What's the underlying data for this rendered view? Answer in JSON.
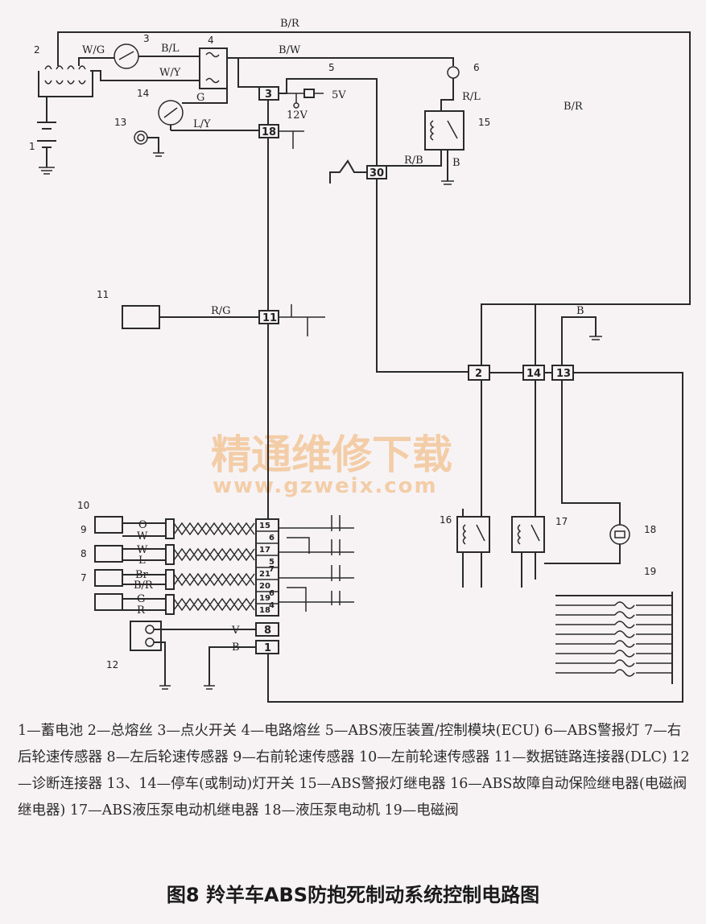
{
  "watermark": {
    "cn": "精通维修下载",
    "url": "www.gzweix.com"
  },
  "wires": {
    "br_top": "B/R",
    "br_right": "B/R",
    "wg": "W/G",
    "bl": "B/L",
    "bw": "B/W",
    "wy": "W/Y",
    "g": "G",
    "ly": "L/Y",
    "rl": "R/L",
    "rb": "R/B",
    "b15": "B",
    "rg": "R/G",
    "b_gnd": "B",
    "v12": "V",
    "b12": "B",
    "sensor": [
      "O",
      "W",
      "W",
      "L",
      "Br",
      "B/R",
      "G",
      "R"
    ]
  },
  "voltages": {
    "v5": "5V",
    "v12": "12V"
  },
  "callouts": [
    "1",
    "2",
    "3",
    "4",
    "5",
    "6",
    "10",
    "9",
    "8",
    "7",
    "11",
    "12",
    "13",
    "14",
    "15",
    "16",
    "17",
    "18",
    "19"
  ],
  "pins": {
    "p3": "3",
    "p18": "18",
    "p30": "30",
    "p11": "11",
    "p2": "2",
    "p14": "14",
    "p13": "13",
    "s15": "15",
    "s6": "6",
    "s17": "17",
    "s5": "5",
    "s21": "21",
    "s20": "20",
    "s19": "19",
    "s18": "18",
    "s7": "7",
    "s6b": "6",
    "s4": "4",
    "p8": "8",
    "p1": "1"
  },
  "legend": "1—蓄电池  2—总熔丝  3—点火开关  4—电路熔丝  5—ABS液压装置/控制模块(ECU)  6—ABS警报灯  7—右后轮速传感器  8—左后轮速传感器  9—右前轮速传感器  10—左前轮速传感器  11—数据链路连接器(DLC)  12—诊断连接器  13、14—停车(或制动)灯开关  15—ABS警报灯继电器  16—ABS故障自动保险继电器(电磁阀继电器)  17—ABS液压泵电动机继电器  18—液压泵电动机  19—电磁阀",
  "title": "图8 羚羊车ABS防抱死制动系统控制电路图"
}
